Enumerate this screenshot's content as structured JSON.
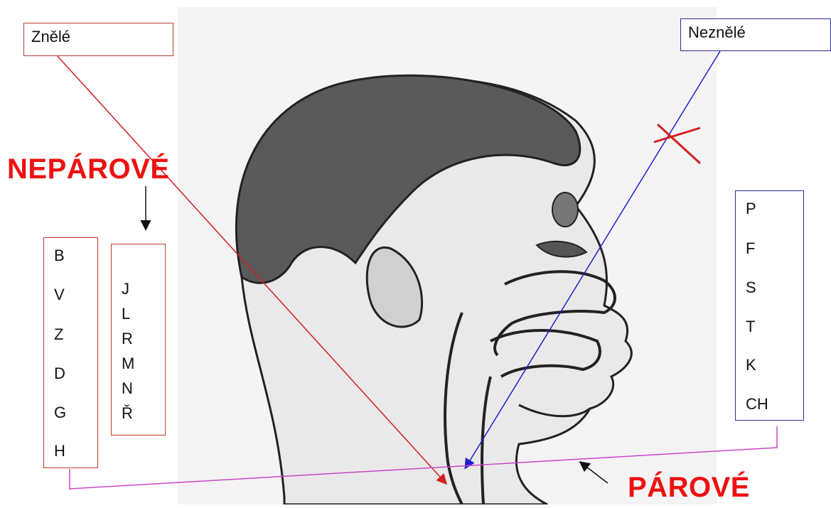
{
  "labels": {
    "voiced": "Znělé",
    "voiceless": "Neznělé",
    "unpaired": "NEPÁROVÉ",
    "paired": "PÁROVÉ"
  },
  "paired_voiced": [
    "B",
    "V",
    "Z",
    "D",
    "G",
    "H"
  ],
  "unpaired_voiced": [
    "J",
    "L",
    "R",
    "M",
    "N",
    "Ř"
  ],
  "paired_voiceless": [
    "P",
    "F",
    "S",
    "T",
    "K",
    "CH"
  ],
  "colors": {
    "voiced_line": "#d21f1f",
    "voiceless_line": "#1f1fcf",
    "paired_line": "#cc44cc",
    "heading": "#ee1111"
  }
}
